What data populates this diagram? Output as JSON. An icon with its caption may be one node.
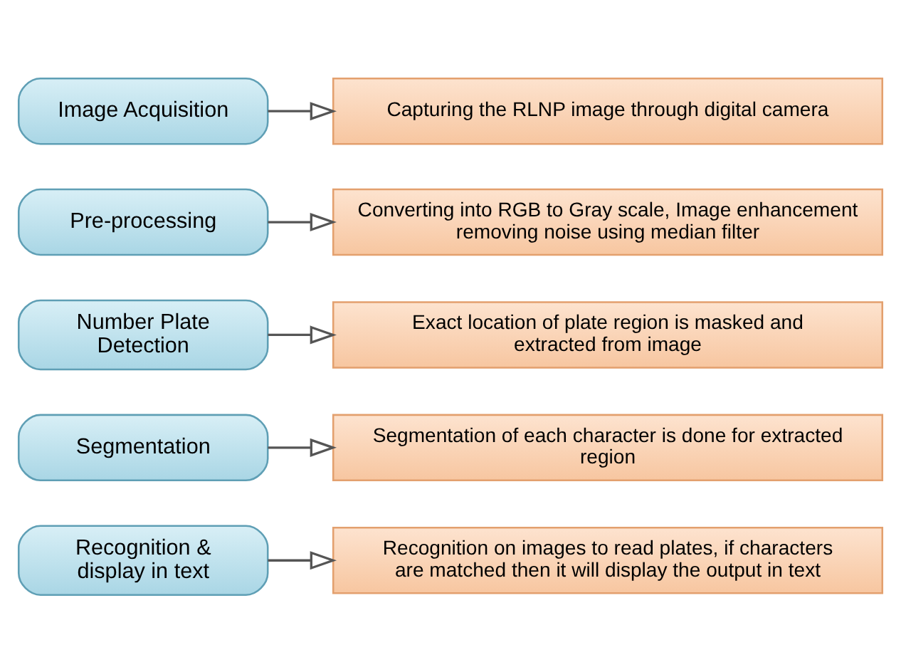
{
  "diagram": {
    "nodes": [
      {
        "text": [
          "Image Acquisition"
        ]
      },
      {
        "text": [
          "Capturing the RLNP image through digital camera"
        ]
      },
      {
        "text": [
          "Pre-processing"
        ]
      },
      {
        "text": [
          "Converting into RGB to Gray scale, Image enhancement removing noise using median filter"
        ]
      },
      {
        "text": [
          "Number Plate Detection"
        ]
      },
      {
        "text": [
          "Exact location of plate region is masked and extracted from image"
        ]
      },
      {
        "text": [
          "Segmentation"
        ]
      },
      {
        "text": [
          "Segmentation of each character is done for extracted region"
        ]
      },
      {
        "text": [
          "Recognition & display in text"
        ]
      },
      {
        "text": [
          "Recognition on images to read plates, if characters are matched then it will display the output in text"
        ]
      }
    ],
    "edges": [
      {
        "from": 0,
        "to": 1,
        "arrow": "to"
      },
      {
        "from": 2,
        "to": 3,
        "arrow": "to"
      },
      {
        "from": 4,
        "to": 5,
        "arrow": "to"
      },
      {
        "from": 6,
        "to": 7,
        "arrow": "to"
      },
      {
        "from": 8,
        "to": 9,
        "arrow": "to"
      }
    ]
  }
}
